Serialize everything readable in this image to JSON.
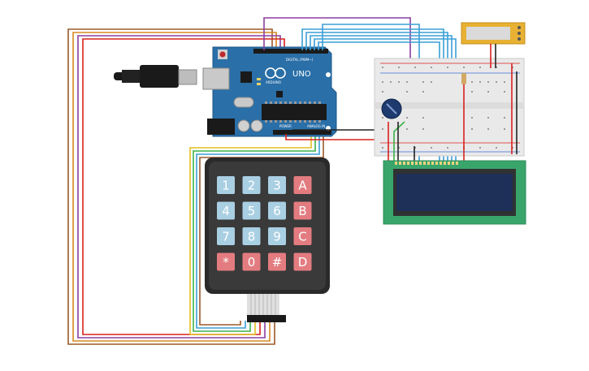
{
  "board": {
    "name": "UNO",
    "brand": "ARDUINO",
    "digital_label": "DIGITAL (PWM~)",
    "power_label": "POWER",
    "analog_label": "ANALOG IN"
  },
  "keypad": {
    "keys": [
      "1",
      "2",
      "3",
      "A",
      "4",
      "5",
      "6",
      "B",
      "7",
      "8",
      "9",
      "C",
      "*",
      "0",
      "#",
      "D"
    ]
  },
  "colors": {
    "board": "#2a6fa8",
    "number_key": "#a9cfe3",
    "letter_key": "#e37c80",
    "lcd_pcb": "#3aa56b",
    "lcd_screen": "#1e2f58",
    "wire_purple": "#8b3fa0",
    "wire_orange": "#d8891f",
    "wire_brown": "#9a5a2a",
    "wire_blue": "#3a9fd6",
    "wire_yellow": "#e0c020",
    "wire_green": "#3cb24a",
    "wire_red": "#d8201e",
    "wire_black": "#222222"
  }
}
